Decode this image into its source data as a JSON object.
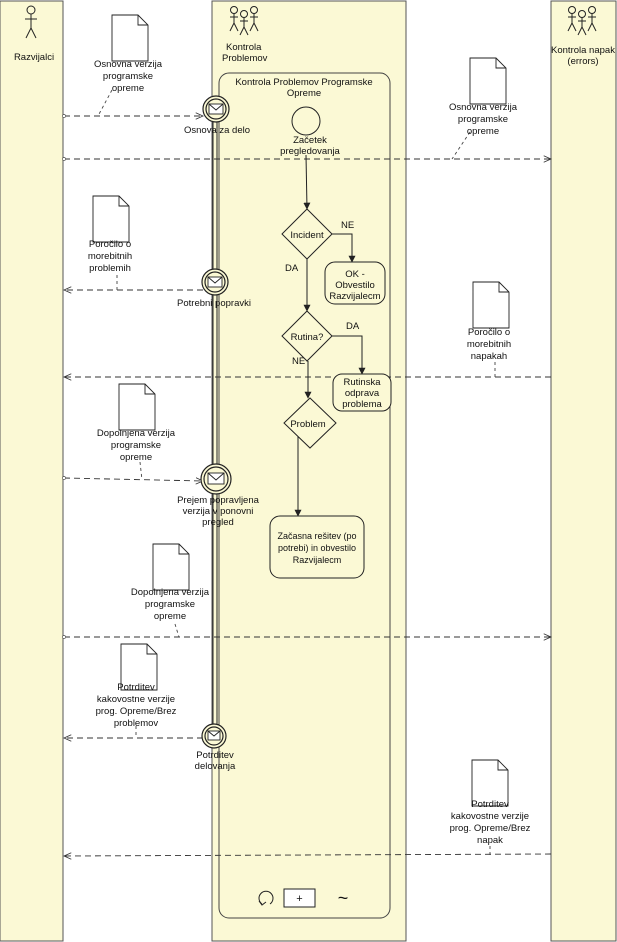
{
  "pools": {
    "left": "Razvijalci",
    "center": [
      "Kontrola",
      "Problemov"
    ],
    "right": [
      "Kontrola napak",
      "(errors)"
    ]
  },
  "subprocess": {
    "title": [
      "Kontrola  Problemov Programske",
      "Opreme"
    ]
  },
  "events": {
    "start": [
      "Začetek",
      "pregledovanja"
    ],
    "osnova": "Osnova za delo",
    "popravki": "Potrebni popravki",
    "prejem": [
      "Prejem popravljena",
      "verzija v ponovni",
      "pregled"
    ],
    "potrditev": [
      "Potrditev",
      "delovanja"
    ]
  },
  "gateways": {
    "incident": "Incident",
    "rutina": "Rutina?",
    "problem": "Problem"
  },
  "tasks": {
    "ok": [
      "OK -",
      "Obvestilo",
      "Razvijalecm"
    ],
    "rutinska": [
      "Rutinska",
      "odprava",
      "problema"
    ],
    "zacasna": [
      "Začasna rešitev (po",
      "potrebi) in obvestilo",
      "Razvijalecm"
    ]
  },
  "flow_labels": {
    "ne1": "NE",
    "da1": "DA",
    "da2": "DA",
    "ne2": "NE"
  },
  "documents": {
    "d1": [
      "Osnovna verzija",
      "programske",
      "opreme"
    ],
    "d2": [
      "Osnovna verzija",
      "programske",
      "opreme"
    ],
    "d3": [
      "Poročilo o",
      "morebitnih",
      "problemih"
    ],
    "d4": [
      "Poročilo o",
      "morebitnih",
      "napakah"
    ],
    "d5": [
      "Dopolnjena verzija",
      "programske",
      "opreme"
    ],
    "d6": [
      "Dopolnjena verzija",
      "programske",
      "opreme"
    ],
    "d7": [
      "Potrditev",
      "kakovostne verzije",
      "prog. Opreme/Brez",
      "problemov"
    ],
    "d8": [
      "Potrditev",
      "kakovostne verzije",
      "prog. Opreme/Brez",
      "napak"
    ]
  },
  "markers": {
    "plus": "+",
    "adhoc": "~"
  }
}
